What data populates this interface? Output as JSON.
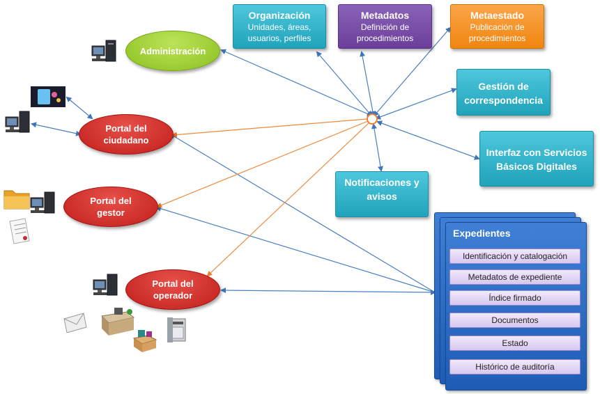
{
  "boxes": {
    "organizacion": {
      "title": "Organización",
      "subtitle": "Unidades, áreas, usuarios, perfiles"
    },
    "metadatos": {
      "title": "Metadatos",
      "subtitle": "Definición de procedimientos"
    },
    "metaestado": {
      "title": "Metaestado",
      "subtitle": "Publicación de procedimientos"
    },
    "gestion": {
      "title": "Gestión de correspondencia"
    },
    "interfaz": {
      "title": "Interfaz con Servicios Básicos Digitales"
    },
    "notificaciones": {
      "title": "Notificaciones y avisos"
    }
  },
  "portals": {
    "administracion": "Administración",
    "ciudadano": "Portal del ciudadano",
    "gestor": "Portal del gestor",
    "operador": "Portal del operador"
  },
  "expedientes": {
    "title": "Expedientes",
    "items": [
      "Identificación y catalogación",
      "Metadatos  de expediente",
      "Índice firmado",
      "Documentos",
      "Estado",
      "Histórico de auditoría"
    ]
  },
  "colors": {
    "teal": "#29abc2",
    "purple": "#7b52ab",
    "orange": "#f7941d",
    "green": "#9ccc2c",
    "red": "#d0302b",
    "blue": "#2e6bc6",
    "connector_blue": "#4a7fc1",
    "connector_orange": "#f0883a"
  },
  "icons": [
    "computer-icon",
    "smartphone-icon",
    "folder-icon",
    "document-icon",
    "envelope-icon",
    "office-desk-icon",
    "boxes-icon",
    "printer-icon"
  ]
}
